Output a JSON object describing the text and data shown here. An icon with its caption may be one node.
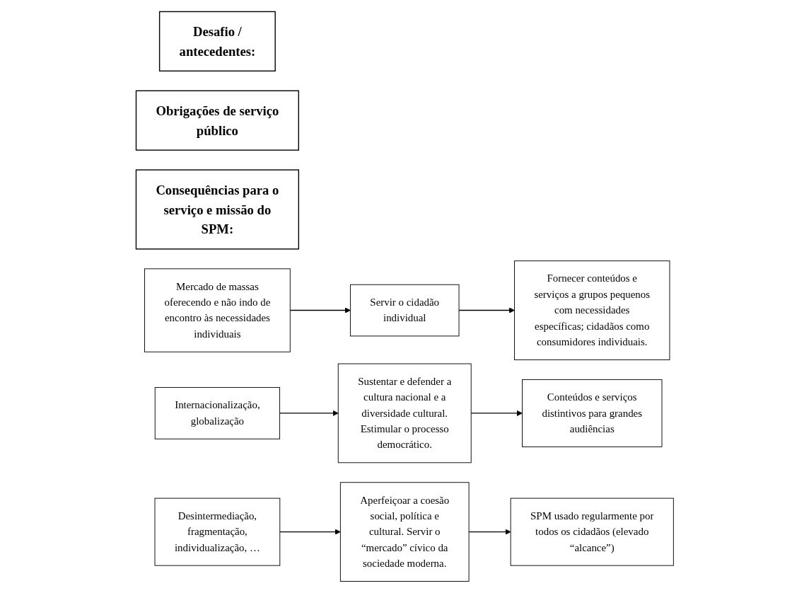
{
  "diagram": {
    "nodes": [
      {
        "text": [
          "Desafio / antecedentes:"
        ]
      },
      {
        "text": [
          "Obrigações de serviço público"
        ]
      },
      {
        "text": [
          "Consequências para o serviço e missão do SPM:"
        ]
      },
      {
        "text": [
          "Mercado de massas oferecendo e não indo de encontro às necessidades individuais"
        ]
      },
      {
        "text": [
          "Servir o cidadão individual"
        ]
      },
      {
        "text": [
          "Fornecer conteúdos e serviços a grupos pequenos com necessidades específicas; cidadãos como consumidores individuais."
        ]
      },
      {
        "text": [
          "Internacionalização, globalização"
        ]
      },
      {
        "text": [
          "Sustentar e defender a cultura nacional e a diversidade cultural. Estimular o processo democrático."
        ]
      },
      {
        "text": [
          "Conteúdos e serviços distintivos para grandes audiências"
        ]
      },
      {
        "text": [
          "Desintermediação, fragmentação, individualização, …"
        ]
      },
      {
        "text": [
          "Aperfeiçoar a coesão social, política e cultural. Servir o “mercado” cívico da sociedade moderna."
        ]
      },
      {
        "text": [
          "SPM usado regularmente por todos os cidadãos (elevado “alcance”)"
        ]
      }
    ],
    "edges": [
      {
        "from": 3,
        "to": 4,
        "arrow": "to"
      },
      {
        "from": 4,
        "to": 5,
        "arrow": "to"
      },
      {
        "from": 6,
        "to": 7,
        "arrow": "to"
      },
      {
        "from": 7,
        "to": 8,
        "arrow": "to"
      },
      {
        "from": 9,
        "to": 10,
        "arrow": "to"
      },
      {
        "from": 10,
        "to": 11,
        "arrow": "to"
      }
    ]
  }
}
